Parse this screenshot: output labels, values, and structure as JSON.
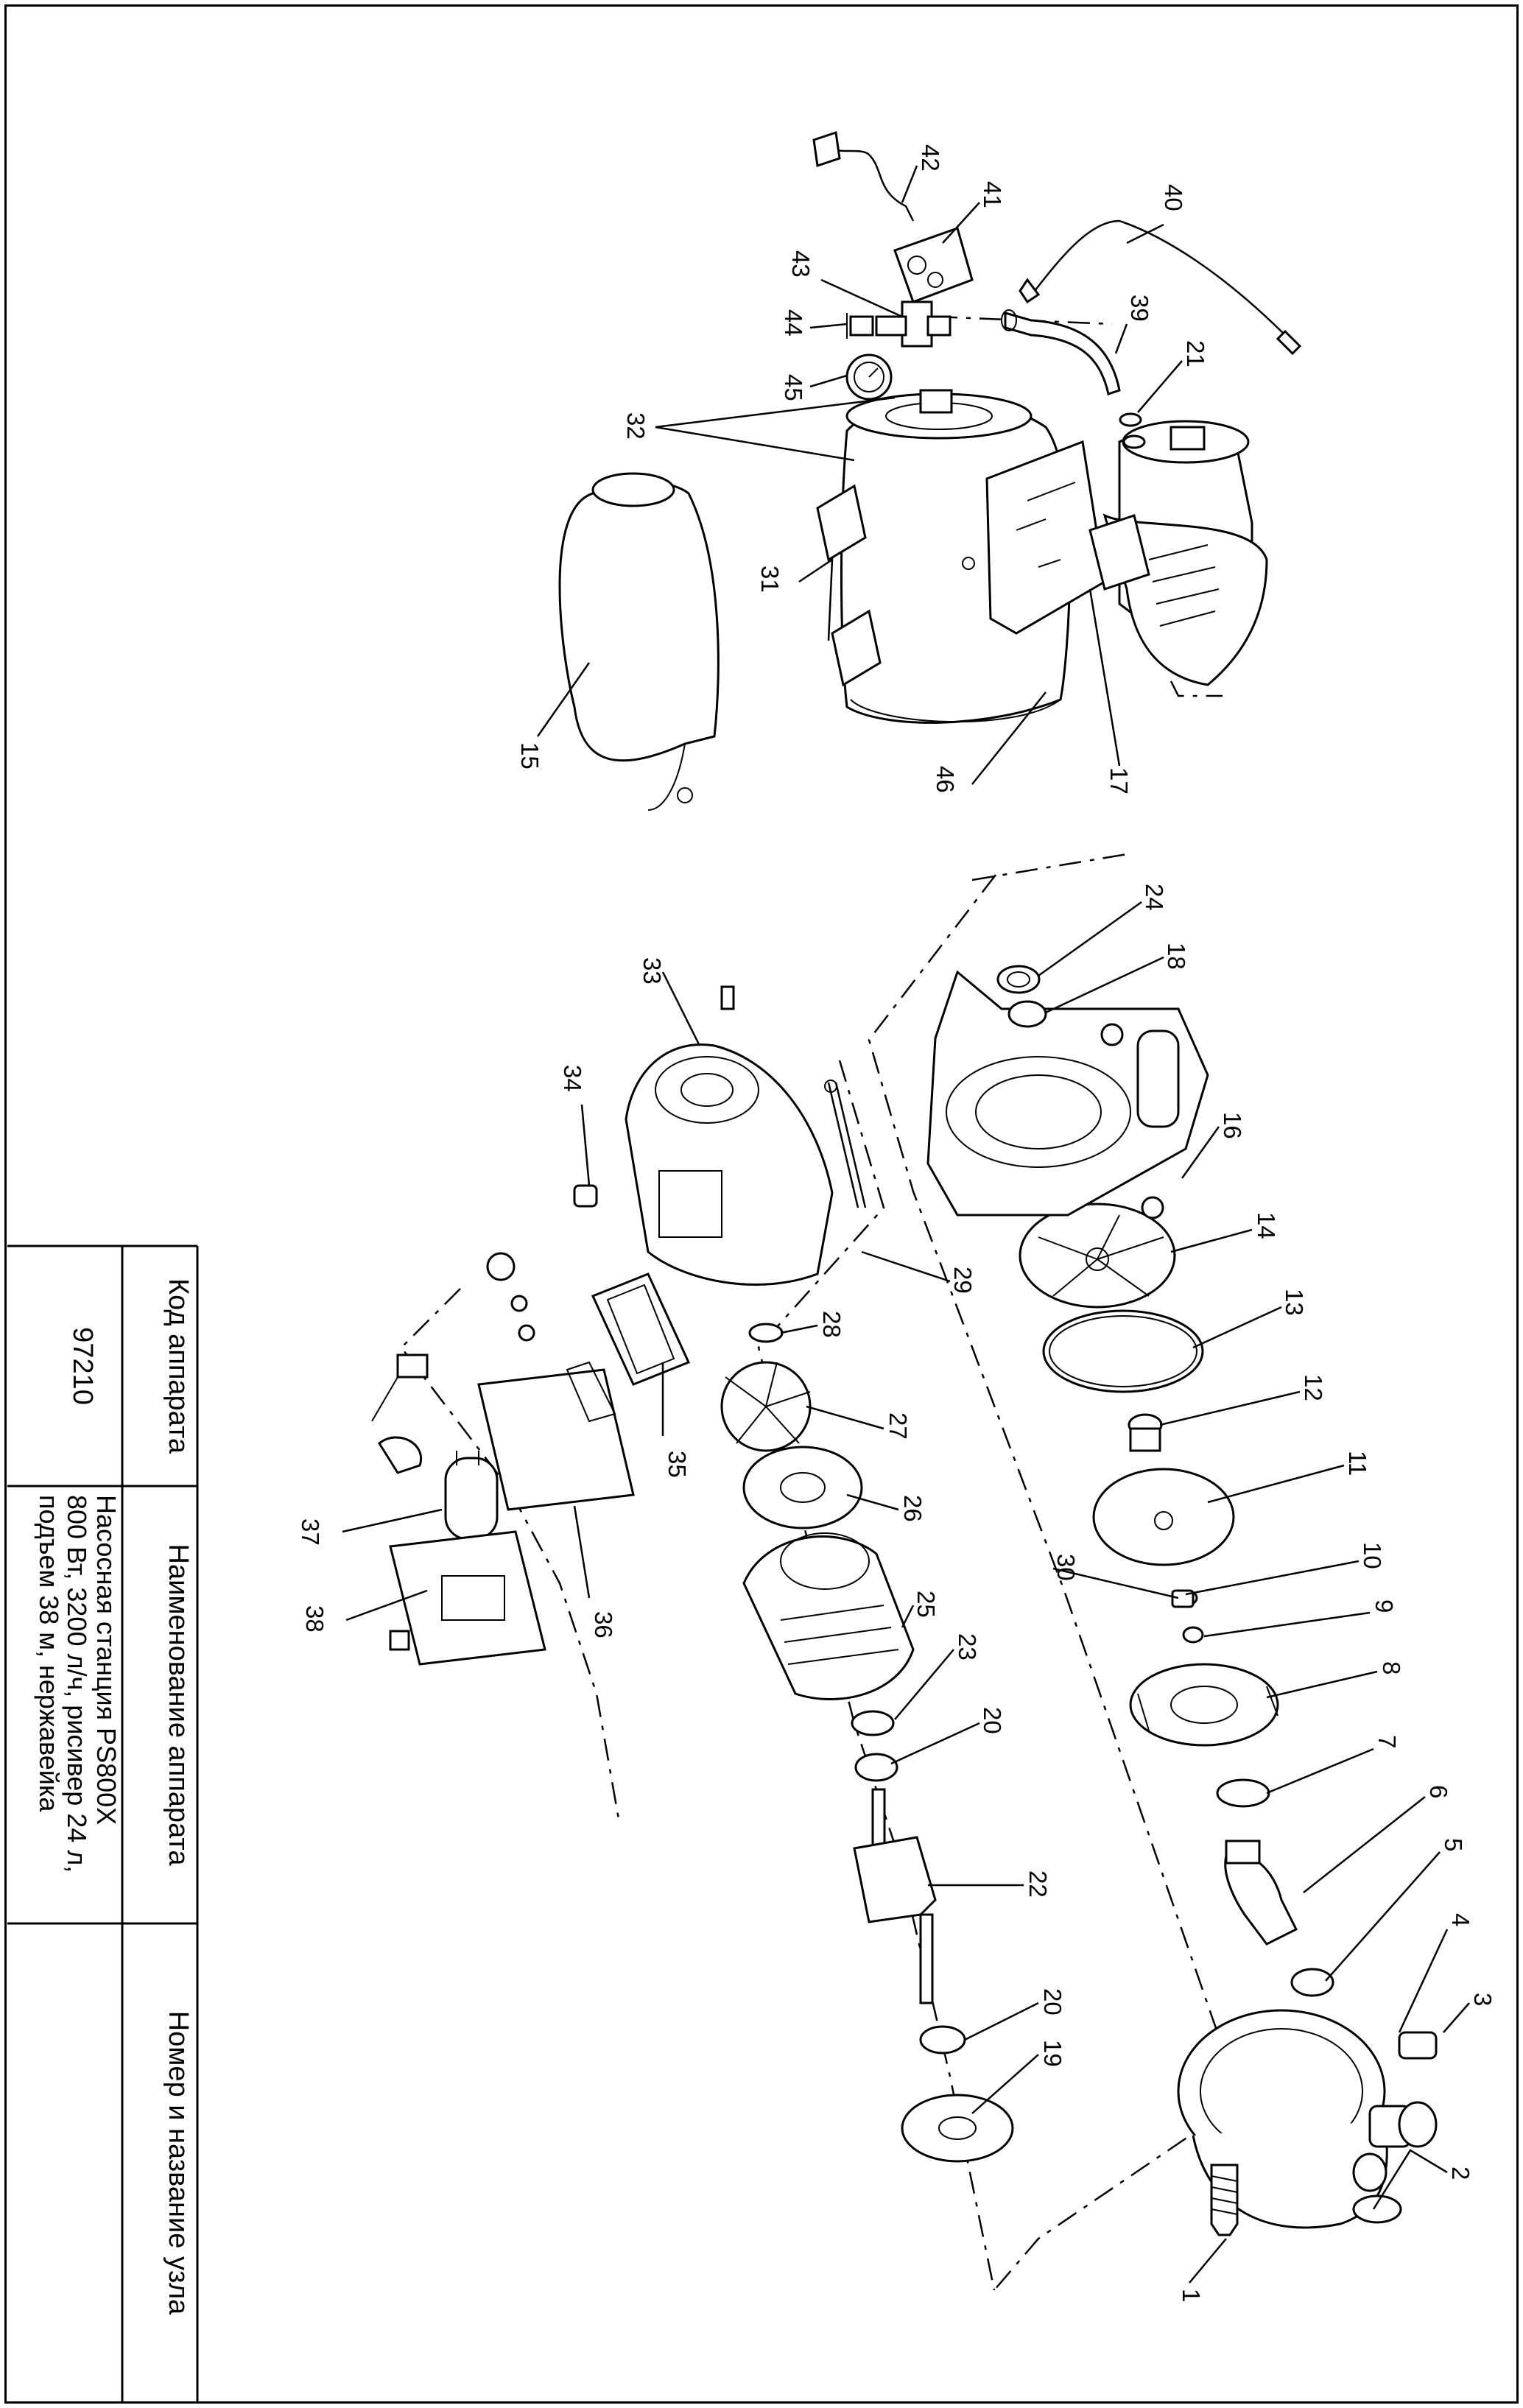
{
  "table": {
    "header_code": "Код аппарата",
    "header_name": "Наименование аппарата",
    "header_node": "Номер и название узла",
    "code": "97210",
    "name_line1": "Насосная станция PS800X",
    "name_line2": "800 Вт, 3200 л/ч, рисивер 24 л,",
    "name_line3": "подъем 38 м, нержавейка",
    "node": ""
  },
  "parts": {
    "p1": "1",
    "p2": "2",
    "p3": "3",
    "p4": "4",
    "p5": "5",
    "p6": "6",
    "p7": "7",
    "p8": "8",
    "p9": "9",
    "p10": "10",
    "p11": "11",
    "p12": "12",
    "p13": "13",
    "p14": "14",
    "p15": "15",
    "p16": "16",
    "p17": "17",
    "p18": "18",
    "p19": "19",
    "p20": "20",
    "p20b": "20",
    "p21": "21",
    "p22": "22",
    "p23": "23",
    "p24": "24",
    "p25": "25",
    "p26": "26",
    "p27": "27",
    "p28": "28",
    "p29": "29",
    "p30": "30",
    "p31": "31",
    "p32": "32",
    "p33": "33",
    "p34": "34",
    "p35": "35",
    "p36": "36",
    "p37": "37",
    "p38": "38",
    "p39": "39",
    "p40": "40",
    "p41": "41",
    "p42": "42",
    "p43": "43",
    "p44": "44",
    "p45": "45",
    "p46": "46"
  }
}
